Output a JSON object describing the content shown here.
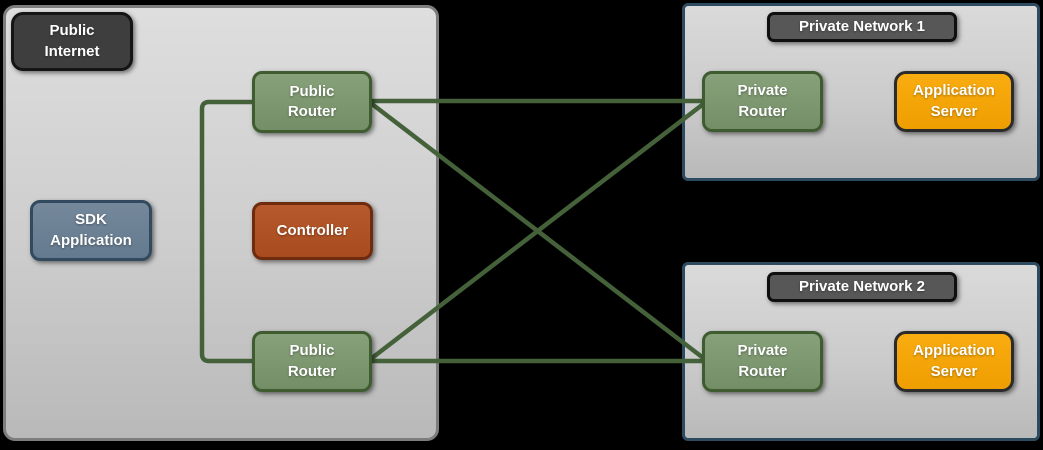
{
  "canvas": {
    "background": "#000000"
  },
  "public_internet": {
    "title": "Public Internet",
    "sdk_application": {
      "label": "SDK Application"
    },
    "controller": {
      "label": "Controller"
    },
    "public_router_top": {
      "label": "Public Router"
    },
    "public_router_bottom": {
      "label": "Public Router"
    }
  },
  "private_networks": [
    {
      "title": "Private Network 1",
      "private_router": {
        "label": "Private Router"
      },
      "application_server": {
        "label": "Application Server"
      }
    },
    {
      "title": "Private Network 2",
      "private_router": {
        "label": "Private Router"
      },
      "application_server": {
        "label": "Application Server"
      }
    }
  ],
  "connections": [
    {
      "from": "public-router-top",
      "to": "public-router-bottom",
      "shape": "bracket"
    },
    {
      "from": "public-router-top",
      "to": "private-network-1-private-router",
      "shape": "straight"
    },
    {
      "from": "public-router-top",
      "to": "private-network-2-private-router",
      "shape": "diagonal"
    },
    {
      "from": "public-router-bottom",
      "to": "private-network-1-private-router",
      "shape": "diagonal"
    },
    {
      "from": "public-router-bottom",
      "to": "private-network-2-private-router",
      "shape": "straight"
    }
  ],
  "palette": {
    "background": "#000000",
    "wire_green": "#44613a",
    "router_fill": "#7d9770",
    "router_border": "#3e5c30",
    "sdk_fill": "#6d8093",
    "sdk_border": "#324a5e",
    "controller_fill": "#b05226",
    "controller_border": "#6f2b0e",
    "app_server_fill": "#f2a208",
    "app_server_border": "#2b2b2b",
    "public_region_fill": "#cdcdcd",
    "public_region_border": "#7d7d7d",
    "private_region_border": "#2c4b61",
    "dark_badge_fill": "#3e3e3e",
    "network_badge_fill": "#575757"
  }
}
